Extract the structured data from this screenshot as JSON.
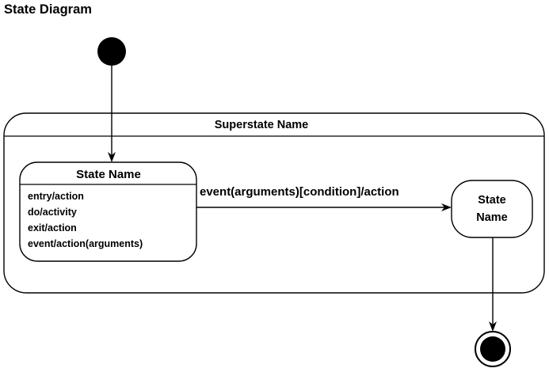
{
  "title": "State Diagram",
  "superstate": {
    "label": "Superstate Name"
  },
  "composite_state": {
    "name": "State Name",
    "actions": [
      "entry/action",
      "do/activity",
      "exit/action",
      "event/action(arguments)"
    ]
  },
  "target_state": {
    "line1": "State",
    "line2": "Name"
  },
  "transition": {
    "label": "event(arguments)[condition]/action"
  },
  "nodes": {
    "initial_state": "initial-state-node",
    "final_state": "final-state-node"
  },
  "colors": {
    "stroke": "#000000",
    "fill": "#ffffff",
    "text": "#000000"
  }
}
